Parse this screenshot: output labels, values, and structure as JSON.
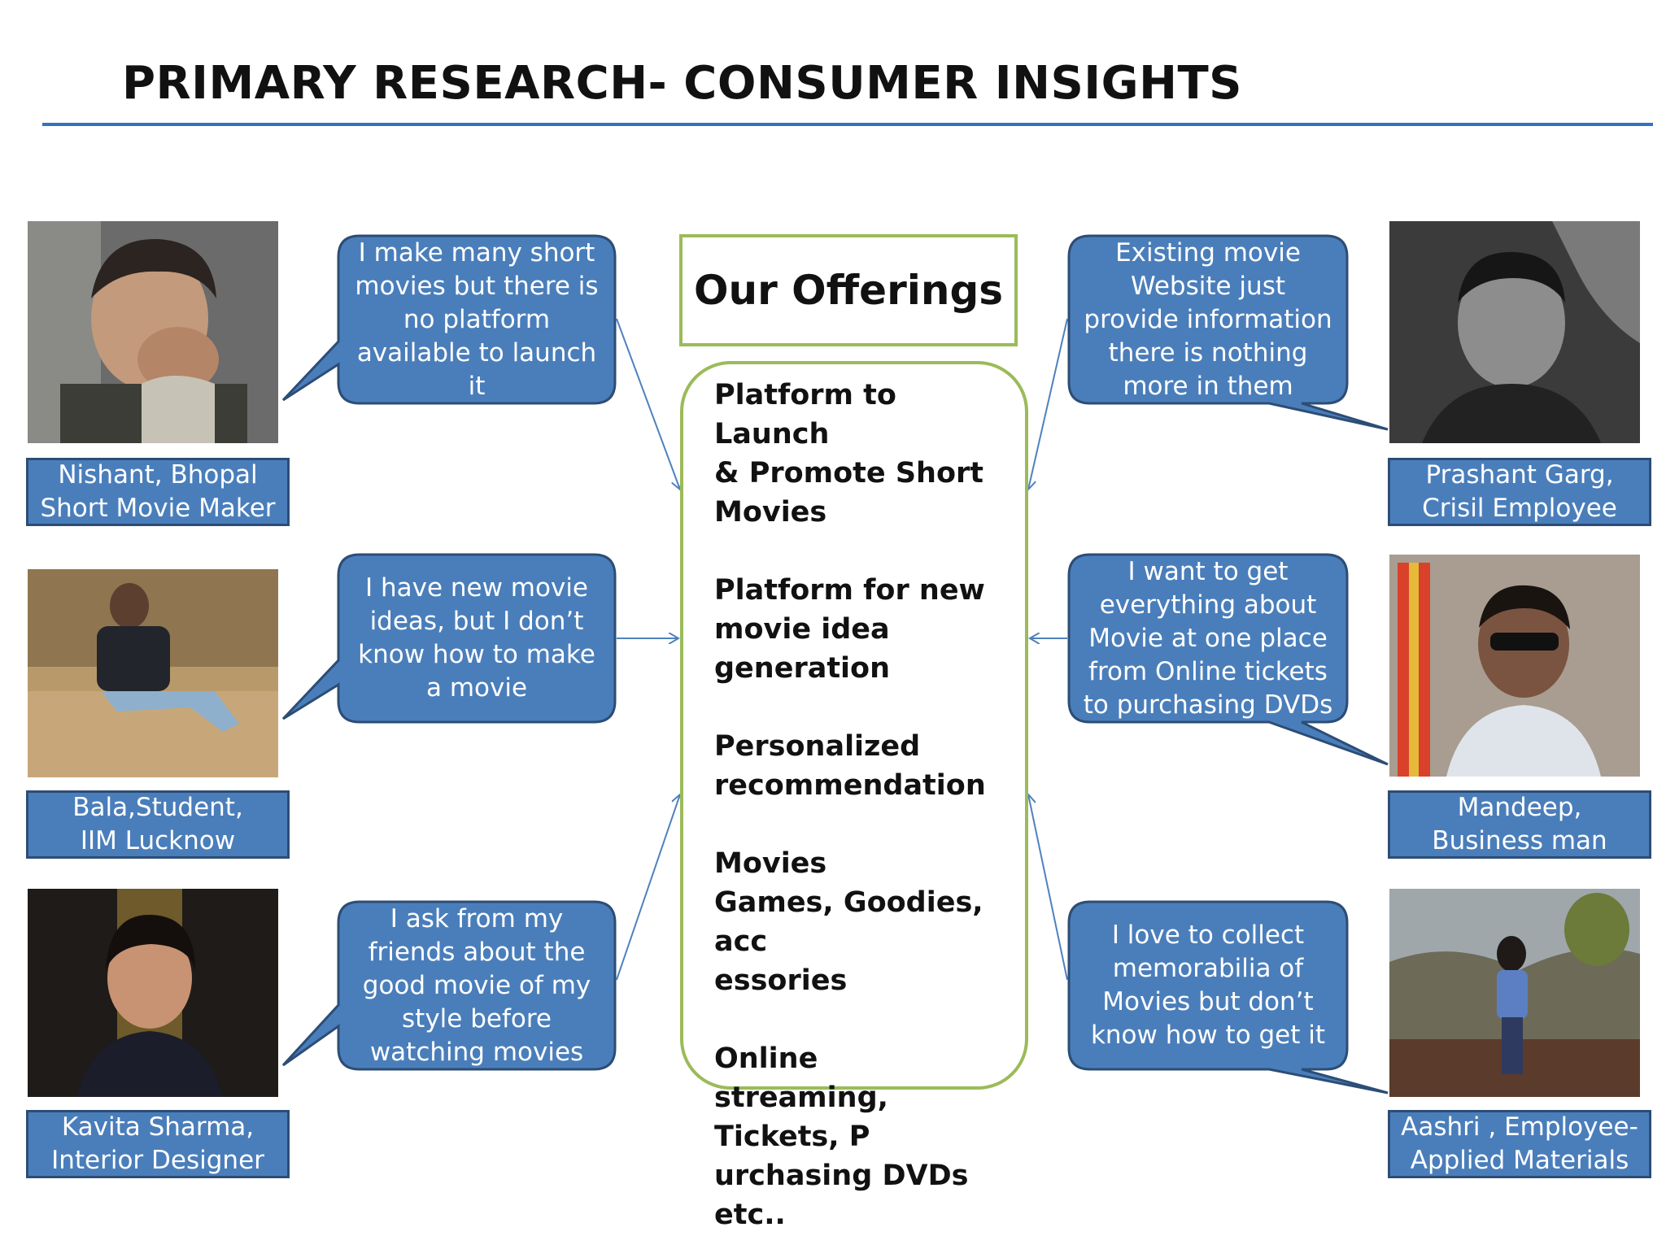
{
  "title": "PRIMARY RESEARCH- CONSUMER INSIGHTS",
  "offerings": {
    "heading": "Our Offerings",
    "items": [
      "Platform to Launch\n& Promote Short\nMovies",
      "Platform for new\nmovie idea\ngeneration",
      "Personalized\nrecommendation",
      "Movies\nGames, Goodies, acc\nessories",
      "Online\nstreaming, Tickets, P\nurchasing DVDs etc.."
    ]
  },
  "personas": [
    {
      "name_line1": "Nishant, Bhopal",
      "name_line2": "Short Movie Maker",
      "quote": "I make many short\nmovies but there is\nno platform\navailable to launch\nit"
    },
    {
      "name_line1": "Bala,Student,",
      "name_line2": "IIM Lucknow",
      "quote": "I have new movie\nideas, but I don’t\nknow how to make\na movie"
    },
    {
      "name_line1": "Kavita Sharma,",
      "name_line2": "Interior Designer",
      "quote": "I ask from my\nfriends about the\ngood movie of my\nstyle before\nwatching movies"
    },
    {
      "name_line1": "Prashant Garg,",
      "name_line2": "Crisil Employee",
      "quote": "Existing movie\nWebsite just\nprovide information\nthere is nothing\nmore in them"
    },
    {
      "name_line1": "Mandeep,",
      "name_line2": "Business man",
      "quote": "I want to get\neverything about\nMovie at one place\nfrom Online tickets\nto purchasing DVDs"
    },
    {
      "name_line1": "Aashri , Employee-",
      "name_line2": "Applied Materials",
      "quote": "I love to collect\nmemorabilia of\nMovies but don’t\nknow how to get it"
    }
  ],
  "colors": {
    "bubble": "#4a7ebb",
    "bubble_border": "#2c4d75",
    "offer_border": "#9bbb59",
    "rule": "#2e74c0"
  }
}
